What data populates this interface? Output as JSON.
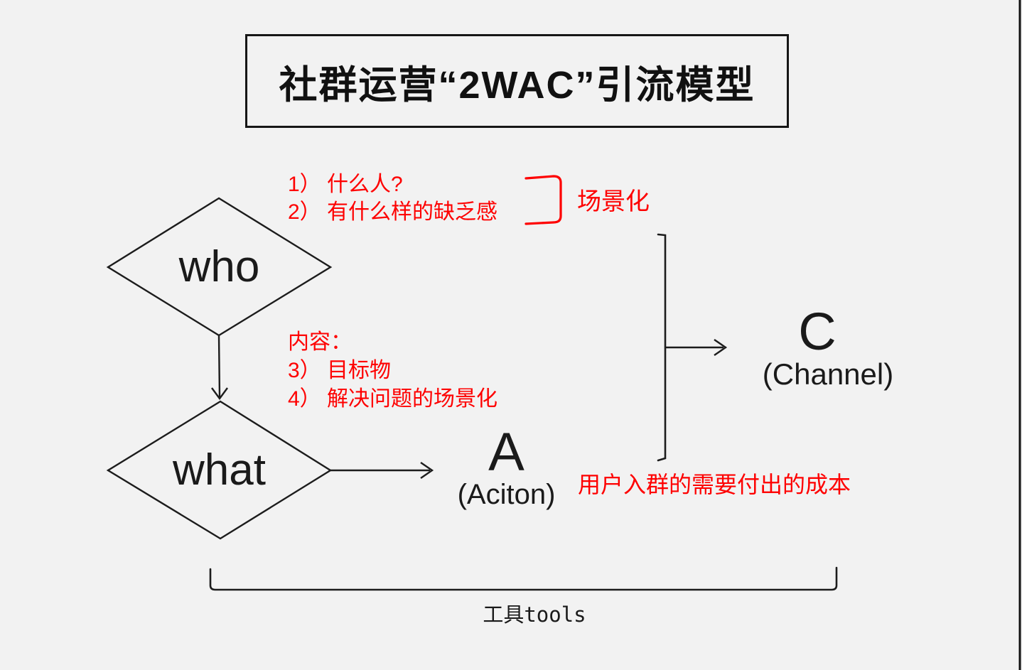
{
  "colors": {
    "background": "#f2f2f2",
    "ink": "#1c1c1c",
    "accent_red": "#fe0000"
  },
  "title": "社群运营“2WAC”引流模型",
  "nodes": {
    "who_label": "who",
    "what_label": "what",
    "action_letter": "A",
    "action_sub": "(Aciton)",
    "channel_letter": "C",
    "channel_sub": "(Channel)"
  },
  "annotations": {
    "who_item_1": "1） 什么人?",
    "who_item_2": "2） 有什么样的缺乏感",
    "scene_label": "场景化",
    "content_header": "内容：",
    "content_item_3": "3） 目标物",
    "content_item_4": "4） 解决问题的场景化",
    "cost_note": "用户入群的需要付出的成本",
    "tools_label": "工具tools"
  }
}
